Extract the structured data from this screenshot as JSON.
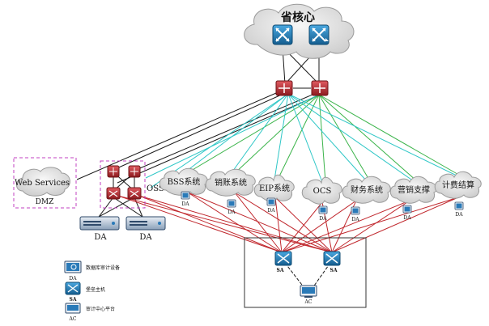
{
  "core": {
    "label": "省核心"
  },
  "dmz": {
    "label": "DMZ",
    "web_services": "Web Services"
  },
  "oss": {
    "label": "OSS"
  },
  "systems": [
    {
      "label": "BSS系统",
      "da": "DA"
    },
    {
      "label": "销账系统",
      "da": "DA"
    },
    {
      "label": "EIP系统",
      "da": "DA"
    },
    {
      "label": "OCS",
      "da": "DA"
    },
    {
      "label": "财务系统",
      "da": "DA"
    },
    {
      "label": "营销支撑",
      "da": "DA"
    },
    {
      "label": "计费结算",
      "da": "DA"
    }
  ],
  "da_appliances": [
    {
      "label": "DA"
    },
    {
      "label": "DA"
    }
  ],
  "audit": {
    "sa_left": "SA",
    "sa_right": "SA",
    "ac": "AC"
  },
  "legend": [
    {
      "icon": "database-audit-device-icon",
      "text": "数据库审计设备",
      "code": "DA"
    },
    {
      "icon": "bastion-host-icon",
      "text": "堡垒主机",
      "code": "SA"
    },
    {
      "icon": "audit-center-platform-icon",
      "text": "审计中心平台",
      "code": "AC"
    }
  ],
  "colors": {
    "black_link": "#1a1a1a",
    "teal_link": "#2fc7c7",
    "green_link": "#3cb44b",
    "red_link": "#c0272d",
    "dmz_border": "#c040c0",
    "cloud_fill": "#dcdcdc",
    "router_blue": "#1f7fb8",
    "firewall_red": "#b3262e"
  }
}
